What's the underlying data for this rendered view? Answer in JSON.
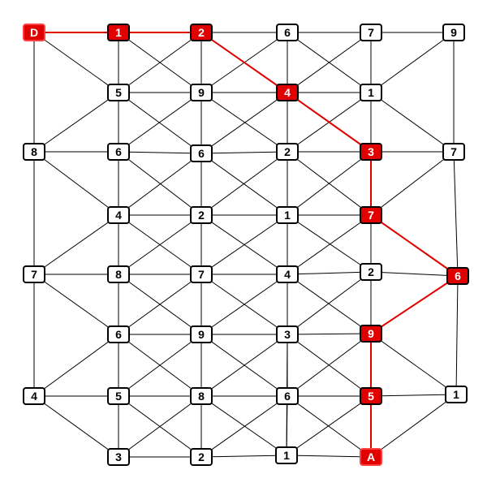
{
  "puzzle": {
    "columns": 6,
    "rows": 8,
    "start_label": "D",
    "end_label": "A",
    "colors": {
      "path": "#e00000",
      "node_border": "#000000",
      "node_fill": "#ffffff",
      "path_text": "#ffffff"
    },
    "nodes": [
      {
        "id": "D",
        "label": "D",
        "col": 0,
        "row": 0,
        "path": true
      },
      {
        "id": "n0_1",
        "label": "1",
        "col": 1,
        "row": 0,
        "path": true
      },
      {
        "id": "n0_2",
        "label": "2",
        "col": 2,
        "row": 0,
        "path": true
      },
      {
        "id": "n0_3",
        "label": "6",
        "col": 3,
        "row": 0
      },
      {
        "id": "n0_4",
        "label": "7",
        "col": 4,
        "row": 0
      },
      {
        "id": "n0_5",
        "label": "9",
        "col": 5,
        "row": 0
      },
      {
        "id": "m1_1",
        "label": "5",
        "col": 1,
        "row": 1
      },
      {
        "id": "m1_2",
        "label": "9",
        "col": 2,
        "row": 1
      },
      {
        "id": "m1_3",
        "label": "4",
        "col": 3,
        "row": 1,
        "path": true
      },
      {
        "id": "m1_4",
        "label": "1",
        "col": 4,
        "row": 1
      },
      {
        "id": "n2_0",
        "label": "8",
        "col": 0,
        "row": 2
      },
      {
        "id": "n2_1",
        "label": "6",
        "col": 1,
        "row": 2
      },
      {
        "id": "n2_2",
        "label": "6",
        "col": 2,
        "row": 2
      },
      {
        "id": "n2_3",
        "label": "2",
        "col": 3,
        "row": 2
      },
      {
        "id": "n2_4",
        "label": "3",
        "col": 4,
        "row": 2,
        "path": true
      },
      {
        "id": "n2_5",
        "label": "7",
        "col": 5,
        "row": 2
      },
      {
        "id": "m3_1",
        "label": "4",
        "col": 1,
        "row": 3
      },
      {
        "id": "m3_2",
        "label": "2",
        "col": 2,
        "row": 3
      },
      {
        "id": "m3_3",
        "label": "1",
        "col": 3,
        "row": 3
      },
      {
        "id": "m3_4",
        "label": "7",
        "col": 4,
        "row": 3,
        "path": true
      },
      {
        "id": "n4_0",
        "label": "7",
        "col": 0,
        "row": 4
      },
      {
        "id": "n4_1",
        "label": "8",
        "col": 1,
        "row": 4
      },
      {
        "id": "n4_2",
        "label": "7",
        "col": 2,
        "row": 4
      },
      {
        "id": "n4_3",
        "label": "4",
        "col": 3,
        "row": 4
      },
      {
        "id": "n4_4",
        "label": "2",
        "col": 4,
        "row": 4
      },
      {
        "id": "n4_5",
        "label": "6",
        "col": 5,
        "row": 4,
        "path": true
      },
      {
        "id": "m5_1",
        "label": "6",
        "col": 1,
        "row": 5
      },
      {
        "id": "m5_2",
        "label": "9",
        "col": 2,
        "row": 5
      },
      {
        "id": "m5_3",
        "label": "3",
        "col": 3,
        "row": 5
      },
      {
        "id": "m5_4",
        "label": "9",
        "col": 4,
        "row": 5,
        "path": true
      },
      {
        "id": "n6_0",
        "label": "4",
        "col": 0,
        "row": 6
      },
      {
        "id": "n6_1",
        "label": "5",
        "col": 1,
        "row": 6
      },
      {
        "id": "n6_2",
        "label": "8",
        "col": 2,
        "row": 6
      },
      {
        "id": "n6_3",
        "label": "6",
        "col": 3,
        "row": 6
      },
      {
        "id": "n6_4",
        "label": "5",
        "col": 4,
        "row": 6,
        "path": true
      },
      {
        "id": "n6_5",
        "label": "1",
        "col": 5,
        "row": 6
      },
      {
        "id": "m7_1",
        "label": "3",
        "col": 1,
        "row": 7
      },
      {
        "id": "m7_2",
        "label": "2",
        "col": 2,
        "row": 7
      },
      {
        "id": "m7_3",
        "label": "1",
        "col": 3,
        "row": 7
      },
      {
        "id": "A",
        "label": "A",
        "col": 4,
        "row": 7,
        "path": true
      }
    ],
    "path": [
      "D",
      "n0_1",
      "n0_2",
      "m1_3",
      "n2_4",
      "m3_4",
      "n4_5",
      "m5_4",
      "n6_4",
      "A"
    ]
  }
}
